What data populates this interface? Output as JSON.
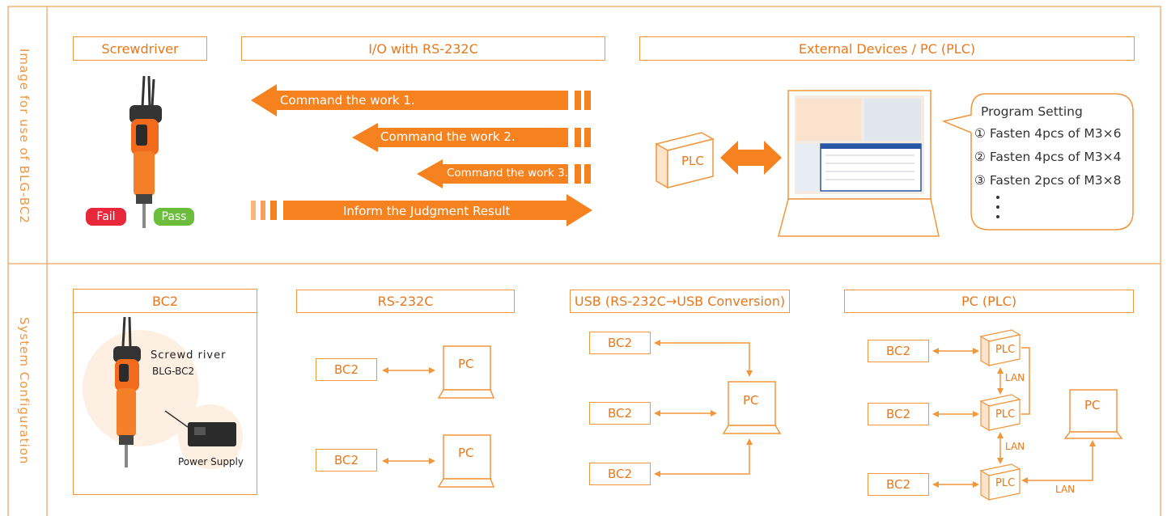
{
  "side": {
    "top_label": "Image for use of BLG-BC2",
    "bottom_label": "System Configuration"
  },
  "top": {
    "screwdriver_header": "Screwdriver",
    "io_header": "I/O with RS-232C",
    "external_header": "External Devices / PC (PLC)",
    "cmd1": "Command the work 1.",
    "cmd2": "Command the work 2.",
    "cmd3": "Command the work 3.",
    "inform": "Inform the Judgment Result",
    "fail": "Fail",
    "pass": "Pass",
    "plc": "PLC",
    "program_title": "Program Setting",
    "program_items": [
      "① Fasten 4pcs of M3×6",
      "② Fasten 4pcs of M3×4",
      "③ Fasten 2pcs of M3×8"
    ]
  },
  "bottom": {
    "bc2_header": "BC2",
    "screwdriver_label": "Screwd river",
    "model_label": "BLG-BC2",
    "power_supply": "Power Supply",
    "rs232_header": "RS-232C",
    "usb_header": "USB (RS-232C→USB Conversion)",
    "pcplc_header": "PC (PLC)",
    "bc2": "BC2",
    "pc": "PC",
    "plc": "PLC",
    "lan": "LAN"
  },
  "colors": {
    "accent": "#f0963c",
    "arrow": "#f5821f",
    "fail": "#e8283a",
    "pass": "#6cbd3c"
  }
}
